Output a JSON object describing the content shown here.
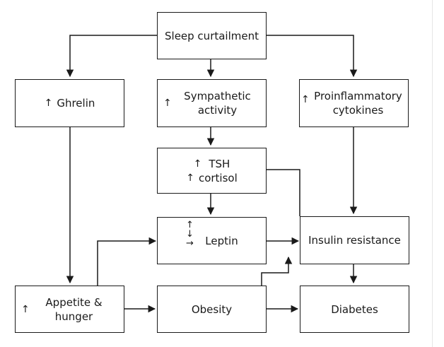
{
  "nodes": {
    "sleep": "Sleep curtailment",
    "ghrelin": {
      "arrow": "↑",
      "label": "Ghrelin"
    },
    "sympathetic": {
      "arrow": "↑",
      "line1": "Sympathetic",
      "line2": "activity"
    },
    "cytokines": {
      "arrow": "↑",
      "line1": "Proinflammatory",
      "line2": "cytokines"
    },
    "hormones": {
      "arrow1": "↑",
      "line1": "TSH",
      "arrow2": "↑",
      "line2": "cortisol"
    },
    "leptin": {
      "up": "↑",
      "down": "↓",
      "right": "→",
      "label": "Leptin"
    },
    "insulin": "Insulin resistance",
    "appetite": {
      "arrow": "↑",
      "line1": "Appetite &",
      "line2": "hunger"
    },
    "obesity": "Obesity",
    "diabetes": "Diabetes"
  },
  "colors": {
    "stroke": "#1a1a1a",
    "background": "#ffffff"
  }
}
